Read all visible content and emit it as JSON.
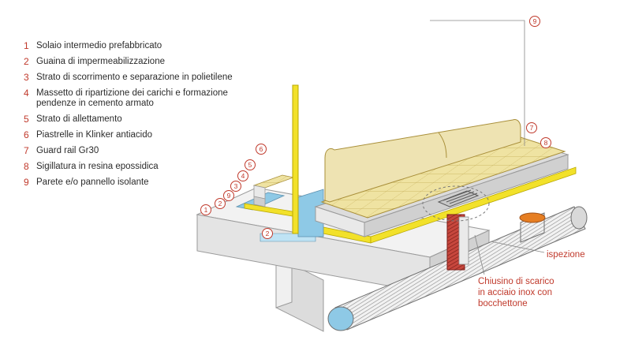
{
  "legend": [
    {
      "num": "1",
      "text": "Solaio intermedio prefabbricato"
    },
    {
      "num": "2",
      "text": "Guaina di impermeabilizzazione"
    },
    {
      "num": "3",
      "text": "Strato di scorrimento e separazione in polietilene"
    },
    {
      "num": "4",
      "text": "Massetto di ripartizione dei carichi e formazione pendenze in cemento armato"
    },
    {
      "num": "5",
      "text": "Strato di allettamento"
    },
    {
      "num": "6",
      "text": "Piastrelle in Klinker antiacido"
    },
    {
      "num": "7",
      "text": "Guard rail Gr30"
    },
    {
      "num": "8",
      "text": "Sigillatura in resina epossidica"
    },
    {
      "num": "9",
      "text": "Parete e/o pannello isolante"
    }
  ],
  "markers": {
    "m1": "1",
    "m2a": "2",
    "m2b": "2",
    "m3": "3",
    "m4": "4",
    "m5": "5",
    "m6": "6",
    "m7": "7",
    "m8": "8",
    "m9a": "9",
    "m9b": "9"
  },
  "callouts": {
    "ispezione": "ispezione",
    "chiusino_line1": "Chiusino di scarico",
    "chiusino_line2": "in acciaio inox con",
    "chiusino_line3": "bocchettone"
  },
  "colors": {
    "accent_red": "#c0392b",
    "yellow": "#f2e12a",
    "tile": "#efe3a2",
    "blue": "#8ec9e6",
    "concrete": "#e4e4e4"
  }
}
